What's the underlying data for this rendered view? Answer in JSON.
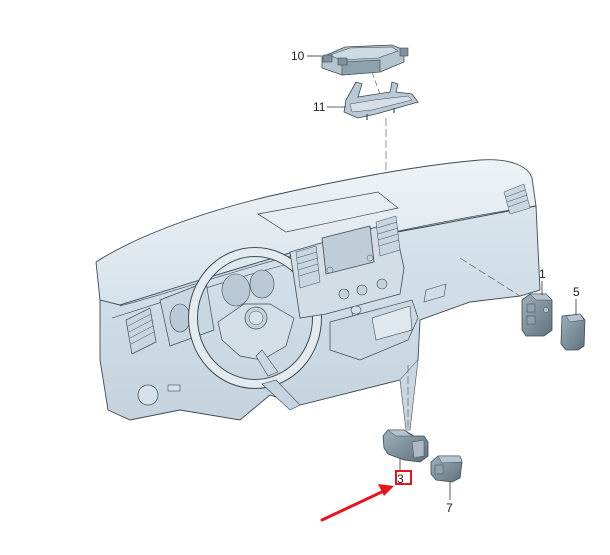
{
  "diagram": {
    "type": "exploded parts diagram",
    "subject": "vehicle dashboard / instrument panel with switch components",
    "colors": {
      "part_fill": "#dbe6ee",
      "part_shade": "#b9cad6",
      "part_dark": "#7f929f",
      "outline": "#3d4a53",
      "leader_line": "#444444",
      "annotation_red": "#e8141c",
      "background": "#ffffff"
    },
    "callouts": [
      {
        "id": "10",
        "label": "10",
        "part": "control unit module (top)"
      },
      {
        "id": "11",
        "label": "11",
        "part": "mounting bracket"
      },
      {
        "id": "1",
        "label": "1",
        "part": "switch module (right)"
      },
      {
        "id": "5",
        "label": "5",
        "part": "blanking cap / switch cover (right)"
      },
      {
        "id": "3",
        "label": "3",
        "part": "switch (lower center)",
        "highlighted": true
      },
      {
        "id": "7",
        "label": "7",
        "part": "blanking cap / switch cover (lower)"
      }
    ],
    "annotation": {
      "type": "red arrow and box",
      "target_callout": "3"
    }
  }
}
